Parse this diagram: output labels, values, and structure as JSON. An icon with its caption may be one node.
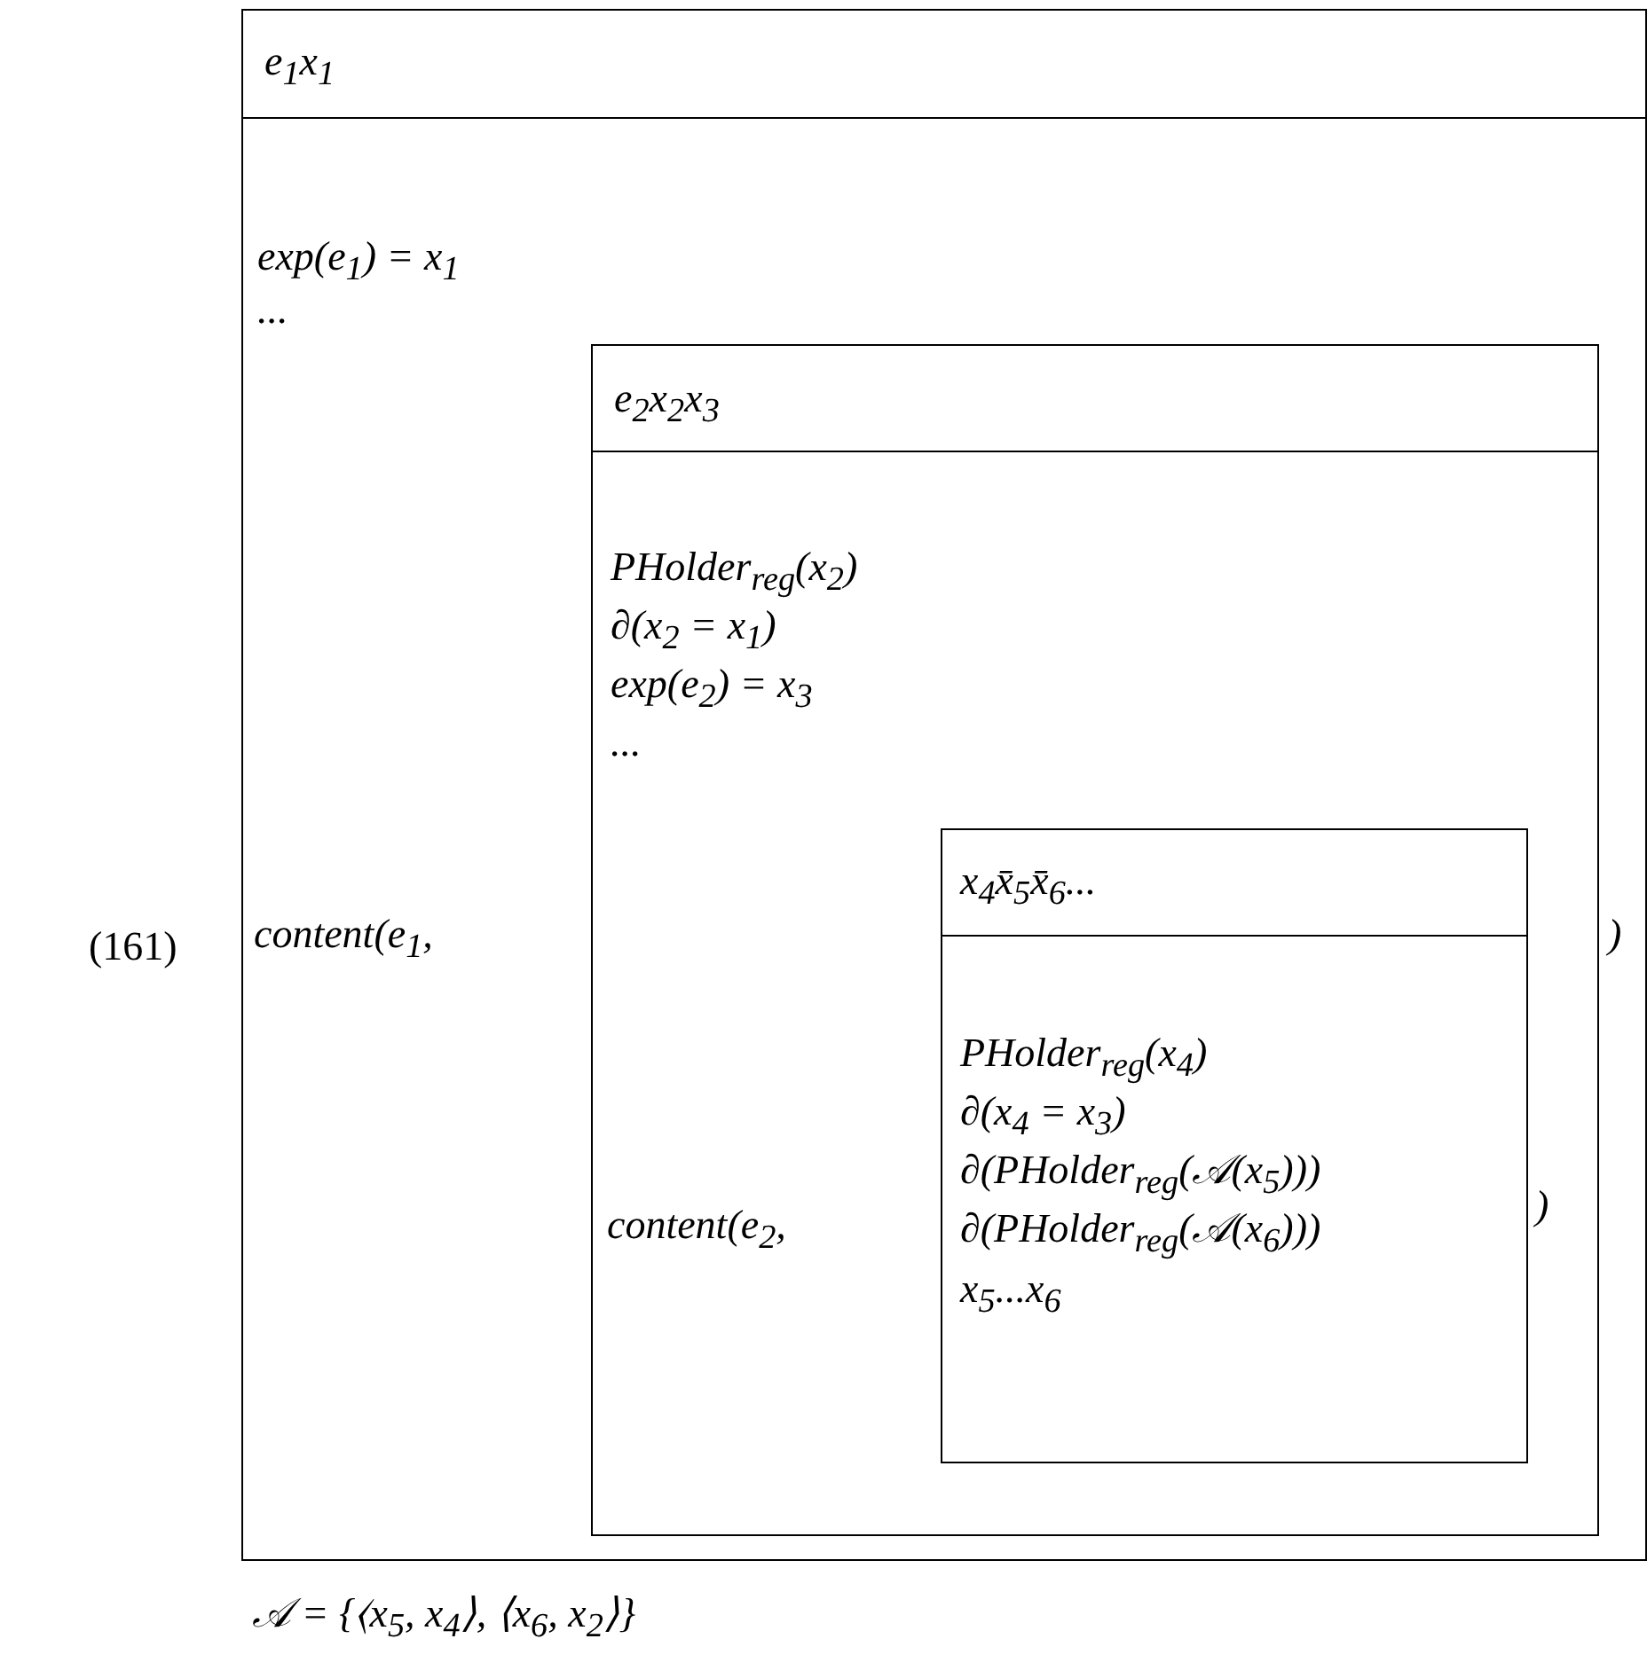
{
  "diagram": {
    "nodes": [
      {
        "text": [
          "e$_{1}$x$_{1}$",
          "exp(e$_{1}$) = x$_{1}$",
          "...",
          "content(e$_{1}$,",
          ")"
        ]
      },
      {
        "text": [
          "e$_{2}$x$_{2}$x$_{3}$",
          "PHolder$_{reg}$(x$_{2}$)",
          "∂(x$_{2}$ = x$_{1}$)",
          "exp(e$_{2}$) = x$_{3}$",
          "...",
          "content(e$_{2}$,",
          ")"
        ],
        "in": 0
      },
      {
        "text": [
          "x$_{4}$x̄$_{5}$x̄$_{6}$...",
          "PHolder$_{reg}$(x$_{4}$)",
          "∂(x$_{4}$ = x$_{3}$)",
          "∂(PHolder$_{reg}$(𝒜(x$_{5}$)))",
          "∂(PHolder$_{reg}$(𝒜(x$_{6}$)))",
          "x$_{5}$...x$_{6}$"
        ],
        "in": 1
      }
    ],
    "labels": [
      "(161)",
      "𝒜 = {⟨x$_{5}$, x$_{4}$⟩, ⟨x$_{6}$, x$_{2}$⟩}"
    ]
  }
}
